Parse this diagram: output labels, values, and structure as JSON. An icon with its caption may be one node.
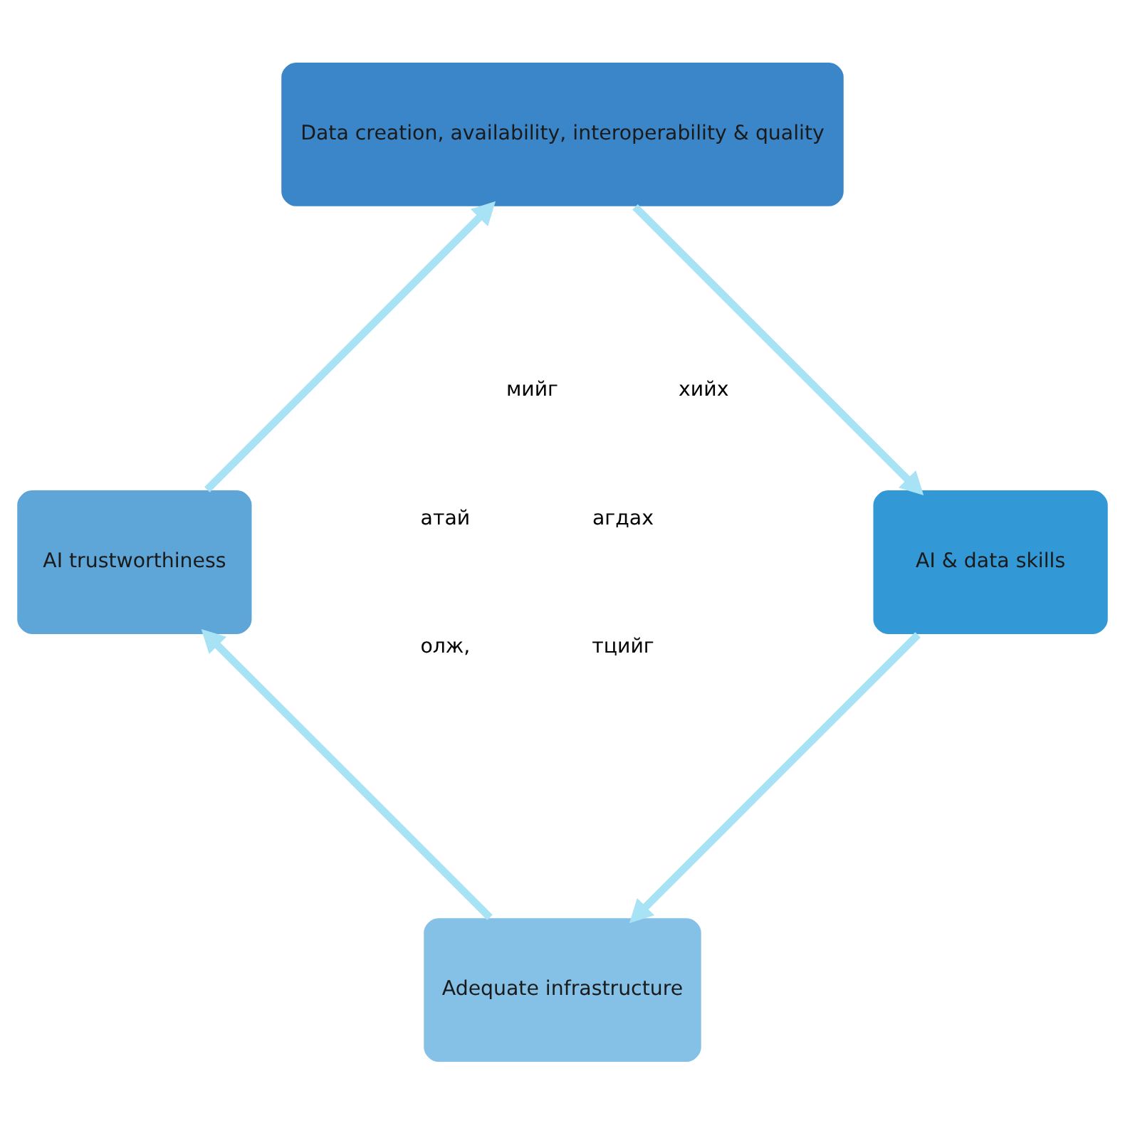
{
  "diagram": {
    "nodes": [
      {
        "text": [
          "Adequate infrastructure"
        ]
      },
      {
        "text": [
          "AI trustworthiness"
        ]
      },
      {
        "text": [
          "AI & data skills"
        ]
      },
      {
        "text": [
          "Data creation, availability, interoperability & quality"
        ]
      }
    ],
    "edges": [
      {
        "from": 0,
        "to": 1,
        "arrow": "to"
      },
      {
        "from": 1,
        "to": 3,
        "arrow": "to"
      },
      {
        "from": 3,
        "to": 2,
        "arrow": "to"
      },
      {
        "from": 2,
        "to": 0,
        "arrow": "to"
      }
    ],
    "labels": [
      "агдах",
      "тцийг",
      "хийх",
      "мийг",
      "атай",
      "олж,"
    ]
  }
}
